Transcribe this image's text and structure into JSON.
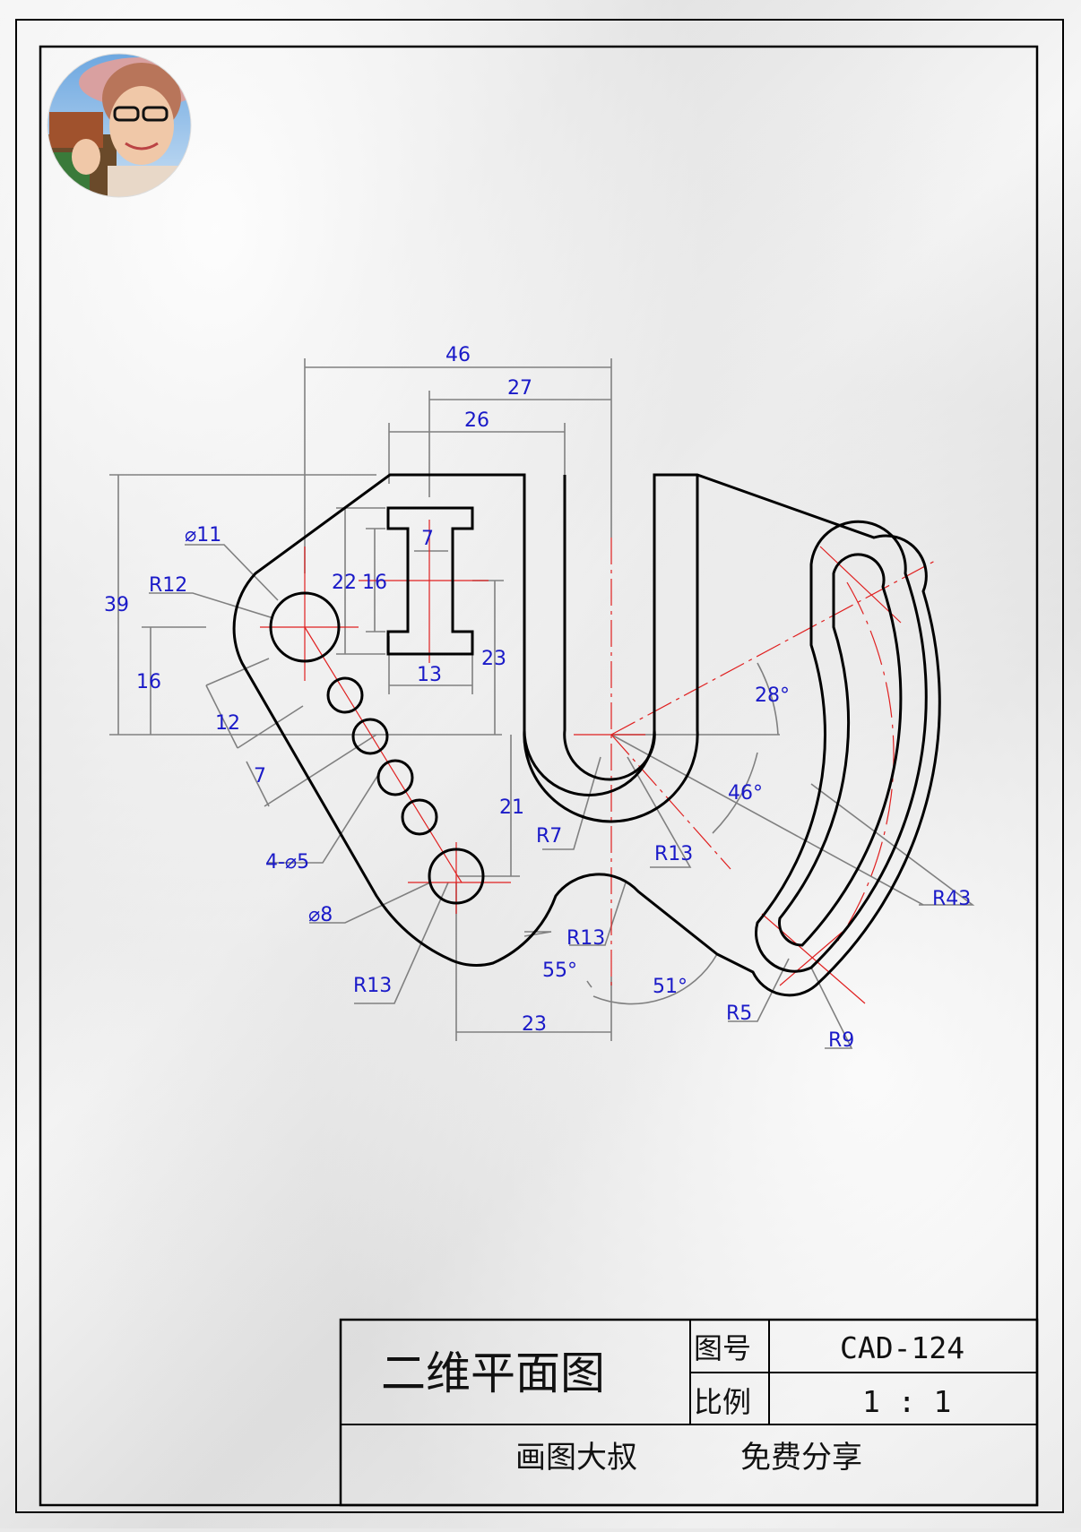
{
  "drawing": {
    "dimensions": {
      "d46": "46",
      "d27": "27",
      "d26": "26",
      "d39": "39",
      "d22": "22",
      "d16a": "16",
      "d7a": "7",
      "d23a": "23",
      "d13": "13",
      "d16b": "16",
      "d12": "12",
      "d7b": "7",
      "d21": "21",
      "d23b": "23",
      "dia11": "⌀11",
      "r12": "R12",
      "holes": "4-⌀5",
      "dia8": "⌀8",
      "r13a": "R13",
      "r13b": "R13",
      "r13c": "R13",
      "r7": "R7",
      "a55": "55°",
      "a51": "51°",
      "a28": "28°",
      "a46": "46°",
      "r43": "R43",
      "r5": "R5",
      "r9": "R9"
    }
  },
  "title_block": {
    "title": "二维平面图",
    "drawing_no_label": "图号",
    "drawing_no": "CAD-124",
    "scale_label": "比例",
    "scale": "1 : 1",
    "author": "画图大叔",
    "share": "免费分享"
  },
  "colors": {
    "outline": "#000000",
    "center_line": "#e02020",
    "dimension_text": "#1a1ac8",
    "dimension_line": "#808080"
  }
}
